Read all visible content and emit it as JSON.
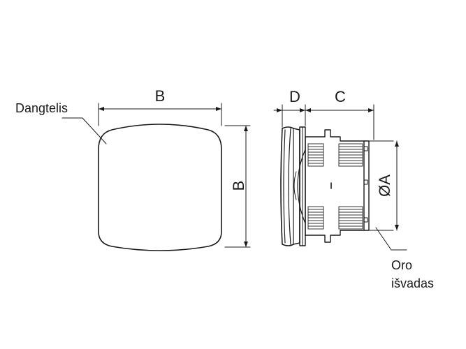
{
  "diagram": {
    "labels": {
      "cover_label": "Dangtelis",
      "front_width": "B",
      "front_height": "B",
      "side_depth_cover": "D",
      "side_depth_body": "C",
      "diameter": "ØA",
      "outlet_label_line1": "Oro",
      "outlet_label_line2": "išvadas"
    },
    "colors": {
      "line": "#1a1a1a",
      "background": "#ffffff",
      "hatch": "#333333"
    }
  }
}
